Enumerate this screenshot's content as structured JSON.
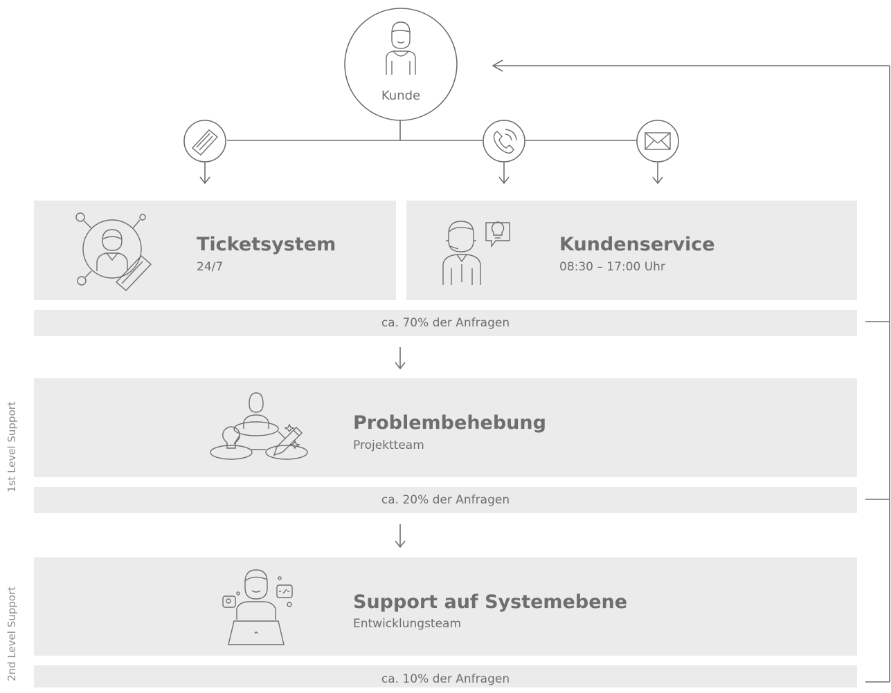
{
  "customer": {
    "label": "Kunde"
  },
  "channels": [
    "ticket-icon",
    "phone-icon",
    "mail-icon"
  ],
  "cards": {
    "ticketsystem": {
      "title": "Ticketsystem",
      "subtitle": "24/7"
    },
    "kundenservice": {
      "title": "Kundenservice",
      "subtitle": "08:30 – 17:00 Uhr"
    },
    "problembehebung": {
      "title": "Problembehebung",
      "subtitle": "Projektteam"
    },
    "systemsupport": {
      "title": "Support auf Systemebene",
      "subtitle": "Entwicklungsteam"
    }
  },
  "shares": {
    "first": "ca. 70% der Anfragen",
    "second": "ca. 20% der Anfragen",
    "third": "ca. 10% der Anfragen"
  },
  "levels": {
    "first": "1st Level Support",
    "second": "2nd Level Support"
  },
  "colors": {
    "background": "#ffffff",
    "panel": "#ebebeb",
    "line": "#6e6e6e",
    "text": "#6e6e6e"
  }
}
